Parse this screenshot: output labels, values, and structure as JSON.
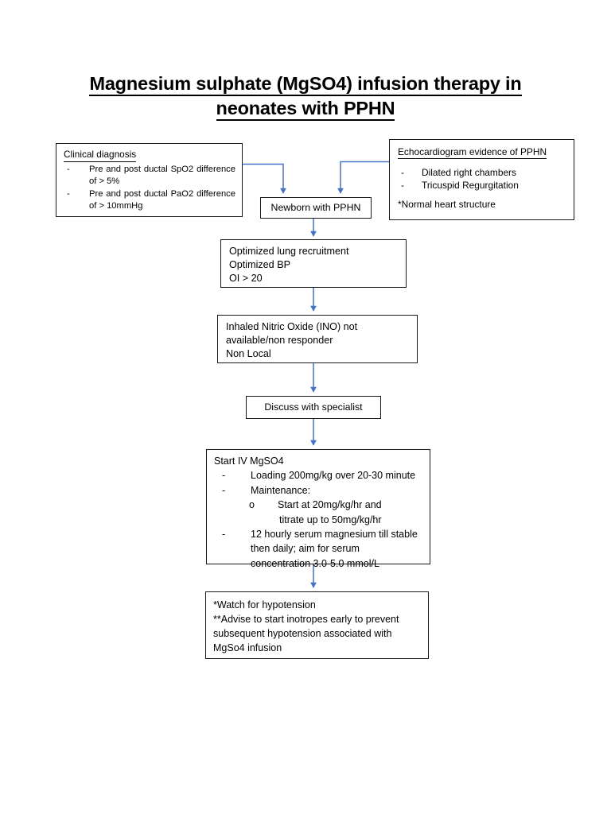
{
  "document": {
    "title_lines": [
      "Magnesium sulphate (MgSO4) infusion therapy in",
      "neonates with PPHN"
    ],
    "background_color": "#ffffff",
    "box_border_color": "#181818",
    "connector_color": "#4472C4"
  },
  "boxes": {
    "clinical_diagnosis": {
      "heading": "Clinical diagnosis",
      "items": [
        {
          "marker": "-",
          "text": "Pre and post ductal SpO2 difference of > 5%"
        },
        {
          "marker": "-",
          "text": "Pre and post ductal PaO2 difference of > 10mmHg"
        }
      ]
    },
    "echocardiogram": {
      "heading": "Echocardiogram evidence of PPHN",
      "items": [
        {
          "marker": "-",
          "text": "Dilated right chambers"
        },
        {
          "marker": "-",
          "text": "Tricuspid Regurgitation"
        }
      ],
      "note": "*Normal heart structure"
    },
    "newborn": {
      "label": "Newborn with PPHN"
    },
    "optimized": {
      "lines": [
        "Optimized lung recruitment",
        "Optimized BP",
        "OI > 20"
      ]
    },
    "ino": {
      "lines": [
        "Inhaled Nitric Oxide (INO) not",
        "available/non responder",
        "Non Local"
      ]
    },
    "discuss": {
      "label": "Discuss with specialist"
    },
    "mgso4": {
      "heading": "Start IV MgSO4",
      "item1_marker": "-",
      "item1": "Loading 200mg/kg over 20-30 minute",
      "item2_marker": "-",
      "item2": "Maintenance:",
      "sub1_marker": "o",
      "sub1_line1": "Start at 20mg/kg/hr and",
      "sub1_line2": "titrate up to 50mg/kg/hr",
      "item3_marker": "-",
      "item3_line1": "12 hourly serum magnesium till stable",
      "item3_line2": "then daily; aim for serum",
      "item3_line3": "concentration 3.0-5.0 mmol/L"
    },
    "watch": {
      "lines": [
        "*Watch for hypotension",
        "**Advise to start inotropes early to prevent",
        "subsequent hypotension associated with",
        "MgSo4 infusion"
      ]
    }
  },
  "connectors": [
    {
      "name": "clinical-to-newborn",
      "from": "clinical_diagnosis",
      "to": "newborn"
    },
    {
      "name": "echo-to-newborn",
      "from": "echocardiogram",
      "to": "newborn"
    },
    {
      "name": "newborn-to-optimized",
      "from": "newborn",
      "to": "optimized"
    },
    {
      "name": "optimized-to-ino",
      "from": "optimized",
      "to": "ino"
    },
    {
      "name": "ino-to-discuss",
      "from": "ino",
      "to": "discuss"
    },
    {
      "name": "discuss-to-mgso4",
      "from": "discuss",
      "to": "mgso4"
    },
    {
      "name": "mgso4-to-watch",
      "from": "mgso4",
      "to": "watch"
    }
  ]
}
